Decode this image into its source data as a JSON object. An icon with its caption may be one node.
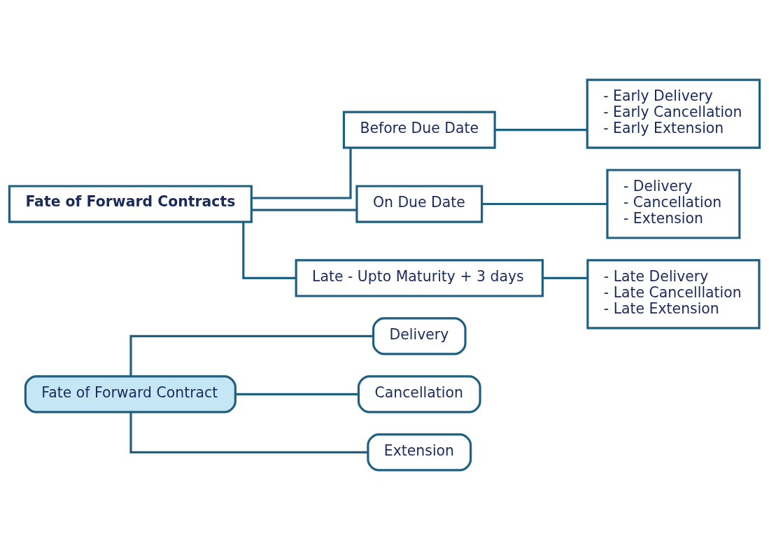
{
  "diagram": {
    "nodes": [
      {
        "text": [
          "Fate of Forward Contract"
        ]
      },
      {
        "text": [
          "Delivery"
        ]
      },
      {
        "text": [
          "Cancellation"
        ]
      },
      {
        "text": [
          "Extension"
        ]
      },
      {
        "text": [
          "Fate of Forward Contracts"
        ]
      },
      {
        "text": [
          "Before Due Date"
        ]
      },
      {
        "text": [
          "On Due Date"
        ]
      },
      {
        "text": [
          "Late - Upto Maturity + 3 days"
        ]
      },
      {
        "text": [
          "- Early Delivery",
          "- Early Cancellation",
          "- Early Extension"
        ]
      },
      {
        "text": [
          "- Delivery",
          "- Cancellation",
          "- Extension"
        ]
      },
      {
        "text": [
          "- Late Delivery",
          "- Late Cancelllation",
          "- Late Extension"
        ]
      }
    ],
    "edges": [
      {
        "from": 0,
        "to": 1,
        "arrow": "none"
      },
      {
        "from": 0,
        "to": 2,
        "arrow": "none"
      },
      {
        "from": 0,
        "to": 3,
        "arrow": "none"
      },
      {
        "from": 4,
        "to": 5,
        "arrow": "none"
      },
      {
        "from": 4,
        "to": 6,
        "arrow": "none"
      },
      {
        "from": 4,
        "to": 7,
        "arrow": "none"
      },
      {
        "from": 5,
        "to": 8,
        "arrow": "none"
      },
      {
        "from": 6,
        "to": 9,
        "arrow": "none"
      },
      {
        "from": 7,
        "to": 10,
        "arrow": "none"
      }
    ]
  }
}
